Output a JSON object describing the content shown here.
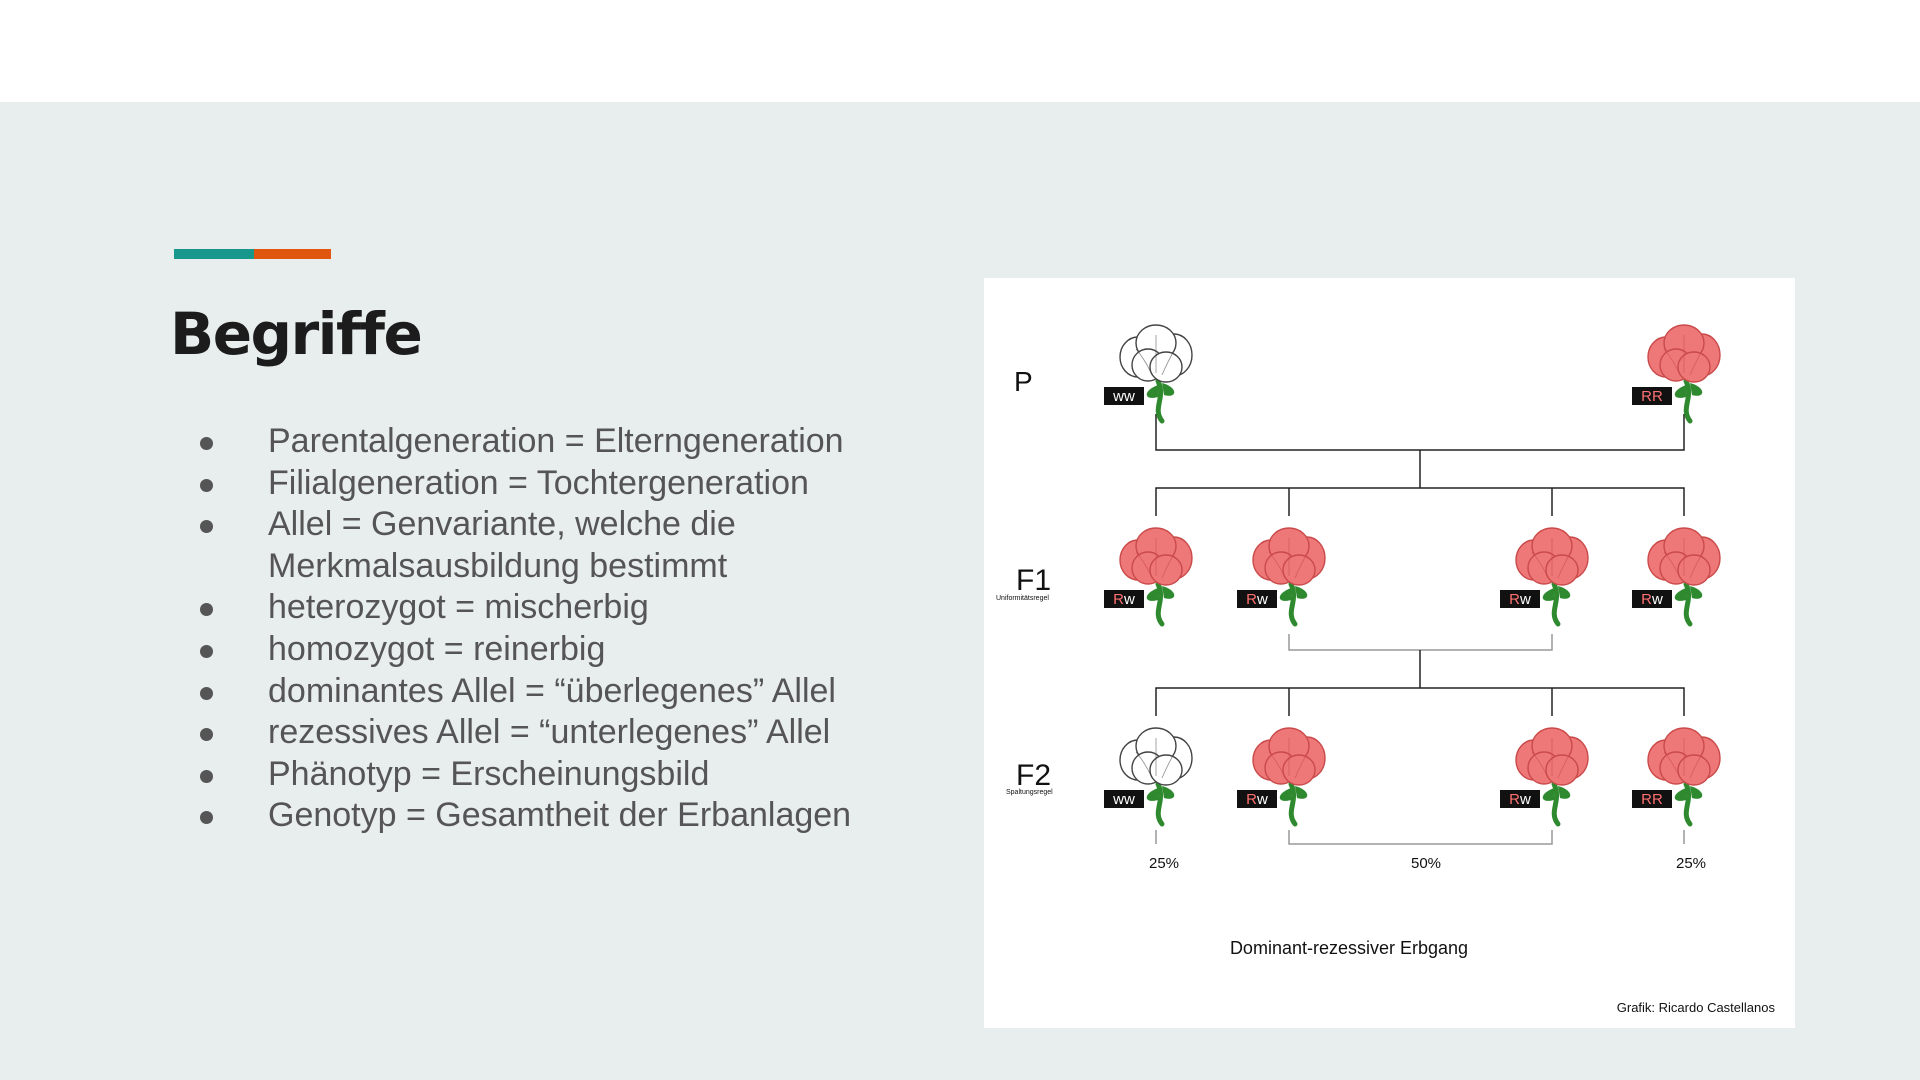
{
  "slide": {
    "title": "Begriffe",
    "accent_colors": [
      "#18978c",
      "#e1560f"
    ],
    "bullets": [
      "Parentalgeneration = Elterngeneration",
      "Filialgeneration = Tochtergeneration",
      "Allel = Genvariante, welche die",
      "Merkmalsausbildung bestimmt",
      "heterozygot = mischerbig",
      "homozygot = reinerbig",
      "dominantes Allel = “überlegenes” Allel",
      "rezessives Allel = “unterlegenes” Allel",
      "Phänotyp = Erscheinungsbild",
      "Genotyp = Gesamtheit der Erbanlagen"
    ]
  },
  "figure": {
    "generations": {
      "p": "P",
      "f1": "F1",
      "f1_note": "Uniformitätsregel",
      "f2": "F2",
      "f2_note": "Spaltungsregel"
    },
    "flowers": {
      "p": [
        {
          "genotype": "ww",
          "color": "white"
        },
        {
          "genotype": "RR",
          "color": "red"
        }
      ],
      "f1": [
        {
          "genotype": "Rw",
          "color": "red"
        },
        {
          "genotype": "Rw",
          "color": "red"
        },
        {
          "genotype": "Rw",
          "color": "red"
        },
        {
          "genotype": "Rw",
          "color": "red"
        }
      ],
      "f2": [
        {
          "genotype": "ww",
          "color": "white"
        },
        {
          "genotype": "Rw",
          "color": "red"
        },
        {
          "genotype": "Rw",
          "color": "red"
        },
        {
          "genotype": "RR",
          "color": "red"
        }
      ]
    },
    "percentages": [
      "25%",
      "50%",
      "25%"
    ],
    "caption": "Dominant-rezessiver Erbgang",
    "credit": "Grafik: Ricardo Castellanos",
    "colors": {
      "petal_red": "#ee7777",
      "petal_red_dark": "#c94a4a",
      "petal_white": "#ffffff",
      "stem": "#2f8a2f",
      "label_bg": "#111111",
      "dominant_allele": "#ff7070",
      "recessive_allele": "#ffffff"
    }
  }
}
